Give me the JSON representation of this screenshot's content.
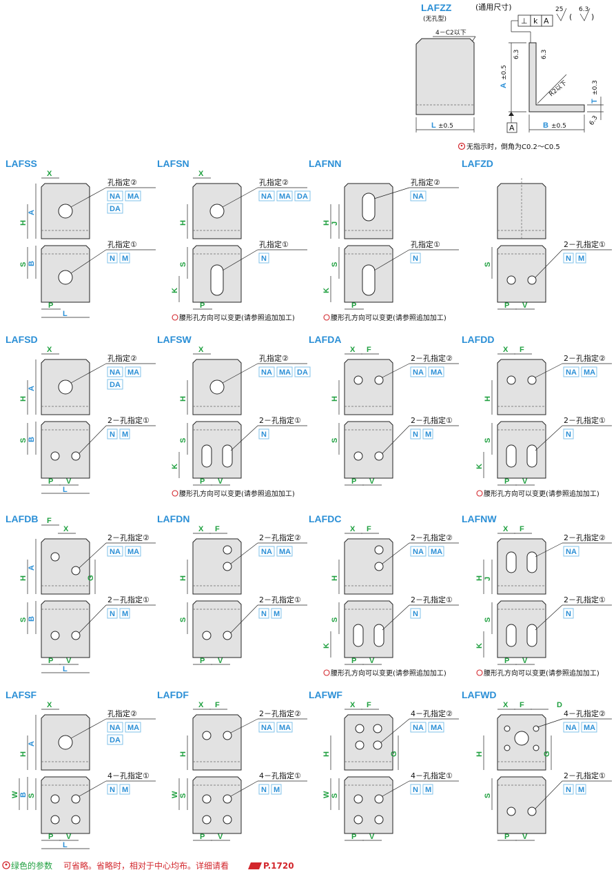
{
  "header": {
    "model": "LAFZZ",
    "model_sub": "(无孔型)",
    "common_dims": "(通用尺寸)",
    "chamfer": "4－C2以下",
    "L": "L",
    "L_tol": "±0.5",
    "A": "A",
    "A_tol": "±0.5",
    "B": "B",
    "B_tol": "±0.5",
    "T": "T",
    "T_tol": "±0.3",
    "radius": "R2以下",
    "datum": "A",
    "perp": "⊥",
    "k": "k",
    "datum_ref": "A",
    "rough_25": "25",
    "rough_63": "6.3",
    "rough_63b": "6.3",
    "rough_63c": "6.3",
    "rough_63d": "6.3",
    "note": "无指示时，倒角为C0.2～C0.5"
  },
  "hole_note": "腰形孔方向可以变更(请参照追加加工)",
  "footer": {
    "green_text": "绿色的参数",
    "red_text": "可省略。省略时，相对于中心均布。详细请看",
    "page_ref": "P.1720"
  },
  "models": [
    {
      "name": "LAFSS",
      "top_label": "孔指定②",
      "top_codes": [
        "NA",
        "MA"
      ],
      "top_codes2": [
        "DA"
      ],
      "bot_label": "孔指定①",
      "bot_codes": [
        "N",
        "M"
      ],
      "dims": [
        "X",
        "A",
        "H",
        "B",
        "S",
        "P",
        "L"
      ],
      "note": false
    },
    {
      "name": "LAFSN",
      "top_label": "孔指定②",
      "top_codes": [
        "NA",
        "MA",
        "DA"
      ],
      "top_codes2": [],
      "bot_label": "孔指定①",
      "bot_codes": [
        "N"
      ],
      "dims": [
        "X",
        "H",
        "S",
        "K",
        "P"
      ],
      "note": true
    },
    {
      "name": "LAFNN",
      "top_label": "孔指定②",
      "top_codes": [
        "NA"
      ],
      "top_codes2": [],
      "bot_label": "孔指定①",
      "bot_codes": [
        "N"
      ],
      "dims": [
        "J",
        "H",
        "S",
        "K",
        "P"
      ],
      "note": true
    },
    {
      "name": "LAFZD",
      "top_label": "",
      "top_codes": [],
      "top_codes2": [],
      "bot_label": "2－孔指定①",
      "bot_codes": [
        "N",
        "M"
      ],
      "dims": [
        "S",
        "P",
        "V"
      ],
      "note": false
    },
    {
      "name": "LAFSD",
      "top_label": "孔指定②",
      "top_codes": [
        "NA",
        "MA"
      ],
      "top_codes2": [
        "DA"
      ],
      "bot_label": "2－孔指定①",
      "bot_codes": [
        "N",
        "M"
      ],
      "dims": [
        "X",
        "A",
        "H",
        "B",
        "S",
        "P",
        "V",
        "L"
      ],
      "note": false
    },
    {
      "name": "LAFSW",
      "top_label": "孔指定②",
      "top_codes": [
        "NA",
        "MA",
        "DA"
      ],
      "top_codes2": [],
      "bot_label": "2－孔指定①",
      "bot_codes": [
        "N"
      ],
      "dims": [
        "X",
        "H",
        "S",
        "K",
        "P",
        "V"
      ],
      "note": true
    },
    {
      "name": "LAFDA",
      "top_label": "2－孔指定②",
      "top_codes": [
        "NA",
        "MA"
      ],
      "top_codes2": [],
      "bot_label": "2－孔指定①",
      "bot_codes": [
        "N",
        "M"
      ],
      "dims": [
        "X",
        "F",
        "H",
        "S",
        "P",
        "V"
      ],
      "note": false
    },
    {
      "name": "LAFDD",
      "top_label": "2－孔指定②",
      "top_codes": [
        "NA",
        "MA"
      ],
      "top_codes2": [],
      "bot_label": "2－孔指定①",
      "bot_codes": [
        "N"
      ],
      "dims": [
        "X",
        "F",
        "H",
        "S",
        "K",
        "P",
        "V"
      ],
      "note": true
    },
    {
      "name": "LAFDB",
      "top_label": "2－孔指定②",
      "top_codes": [
        "NA",
        "MA"
      ],
      "top_codes2": [],
      "bot_label": "2－孔指定①",
      "bot_codes": [
        "N",
        "M"
      ],
      "dims": [
        "F",
        "X",
        "A",
        "H",
        "G",
        "B",
        "S",
        "P",
        "V",
        "L"
      ],
      "note": false
    },
    {
      "name": "LAFDN",
      "top_label": "2－孔指定②",
      "top_codes": [
        "NA",
        "MA"
      ],
      "top_codes2": [],
      "bot_label": "2－孔指定①",
      "bot_codes": [
        "N",
        "M"
      ],
      "dims": [
        "X",
        "F",
        "H",
        "S",
        "P",
        "V"
      ],
      "note": false
    },
    {
      "name": "LAFDC",
      "top_label": "2－孔指定②",
      "top_codes": [
        "NA",
        "MA"
      ],
      "top_codes2": [],
      "bot_label": "2－孔指定①",
      "bot_codes": [
        "N"
      ],
      "dims": [
        "X",
        "F",
        "H",
        "S",
        "K",
        "P",
        "V"
      ],
      "note": true
    },
    {
      "name": "LAFNW",
      "top_label": "2－孔指定②",
      "top_codes": [
        "NA"
      ],
      "top_codes2": [],
      "bot_label": "2－孔指定①",
      "bot_codes": [
        "N"
      ],
      "dims": [
        "X",
        "F",
        "J",
        "H",
        "S",
        "K",
        "P",
        "V"
      ],
      "note": true
    },
    {
      "name": "LAFSF",
      "top_label": "孔指定②",
      "top_codes": [
        "NA",
        "MA"
      ],
      "top_codes2": [
        "DA"
      ],
      "bot_label": "4－孔指定①",
      "bot_codes": [
        "N",
        "M"
      ],
      "dims": [
        "X",
        "A",
        "H",
        "S",
        "B",
        "W",
        "P",
        "V",
        "L"
      ],
      "note": false
    },
    {
      "name": "LAFDF",
      "top_label": "2－孔指定②",
      "top_codes": [
        "NA",
        "MA"
      ],
      "top_codes2": [],
      "bot_label": "4－孔指定①",
      "bot_codes": [
        "N",
        "M"
      ],
      "dims": [
        "X",
        "F",
        "H",
        "S",
        "W",
        "P",
        "V"
      ],
      "note": false
    },
    {
      "name": "LAFWF",
      "top_label": "4－孔指定②",
      "top_codes": [
        "NA",
        "MA"
      ],
      "top_codes2": [],
      "bot_label": "4－孔指定①",
      "bot_codes": [
        "N",
        "M"
      ],
      "dims": [
        "X",
        "F",
        "G",
        "H",
        "S",
        "W",
        "P",
        "V"
      ],
      "note": false
    },
    {
      "name": "LAFWD",
      "top_label": "4－孔指定②",
      "top_codes": [
        "NA",
        "MA"
      ],
      "top_codes2": [],
      "bot_label": "2－孔指定①",
      "bot_codes": [
        "N",
        "M"
      ],
      "dims": [
        "X",
        "F",
        "D",
        "G",
        "H",
        "S",
        "P",
        "V"
      ],
      "note": false
    }
  ]
}
